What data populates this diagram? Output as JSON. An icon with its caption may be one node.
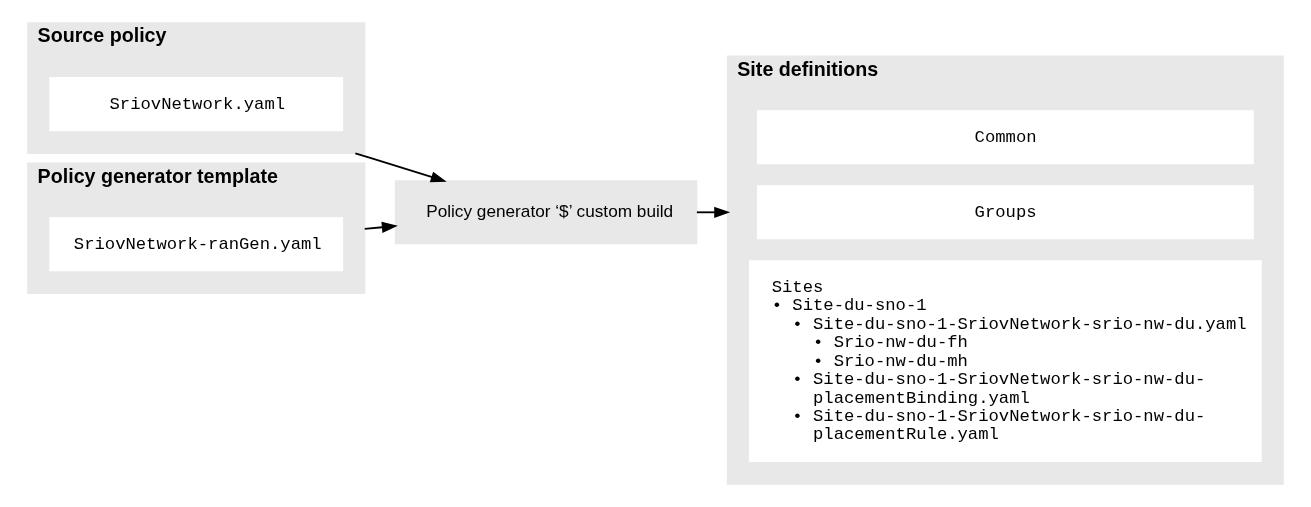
{
  "diagram": {
    "nodes": [
      {
        "text": [
          "Source policy"
        ]
      },
      {
        "text": [
          "SriovNetwork.yaml"
        ],
        "in": 0
      },
      {
        "text": [
          "Policy generator template"
        ]
      },
      {
        "text": [
          "SriovNetwork-ranGen.yaml"
        ],
        "in": 2
      },
      {
        "text": [
          "Policy generator ‘$’ custom build"
        ]
      },
      {
        "text": [
          "Site definitions"
        ]
      },
      {
        "text": [
          "Common"
        ],
        "in": 5
      },
      {
        "text": [
          "Groups"
        ],
        "in": 5
      },
      {
        "text": [
          "Sites",
          "• Site-du-sno-1",
          "• Site-du-sno-1-SriovNetwork-srio-nw-du.yaml",
          "• Srio-nw-du-fh",
          "• Srio-nw-du-mh",
          "• Site-du-sno-1-SriovNetwork-srio-nw-du-placementBinding.yaml",
          "• Site-du-sno-1-SriovNetwork-srio-nw-du-placementRule.yaml"
        ],
        "in": 5
      }
    ],
    "edges": [
      {
        "from": 0,
        "to": 4,
        "arrow": "to"
      },
      {
        "from": 2,
        "to": 4,
        "arrow": "to"
      },
      {
        "from": 4,
        "to": 5,
        "arrow": "to"
      }
    ]
  }
}
